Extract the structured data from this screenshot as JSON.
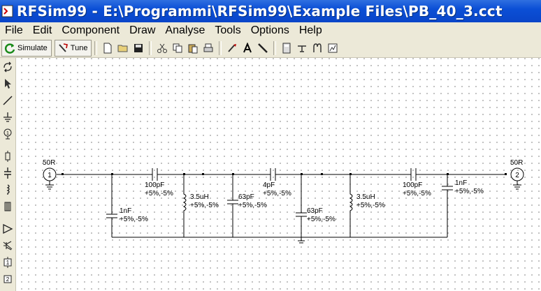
{
  "window": {
    "title": "RFSim99 - E:\\Programmi\\RFSim99\\Example Files\\PB_40_3.cct"
  },
  "menu": [
    "File",
    "Edit",
    "Component",
    "Draw",
    "Analyse",
    "Tools",
    "Options",
    "Help"
  ],
  "toolbar": {
    "simulate_label": "Simulate",
    "tune_label": "Tune"
  },
  "circuit": {
    "port1": {
      "label": "50R",
      "number": "1"
    },
    "port2": {
      "label": "50R",
      "number": "2"
    },
    "components": [
      {
        "id": "c_shunt1",
        "value": "1nF",
        "tol": "+5%,-5%"
      },
      {
        "id": "c_series1",
        "value": "100pF",
        "tol": "+5%,-5%"
      },
      {
        "id": "l_shunt1",
        "value": "3.5uH",
        "tol": "+5%,-5%"
      },
      {
        "id": "c_shunt2",
        "value": "63pF",
        "tol": "+5%,-5%"
      },
      {
        "id": "c_series2",
        "value": "4pF",
        "tol": "+5%,-5%"
      },
      {
        "id": "c_shunt3",
        "value": "63pF",
        "tol": "+5%,-5%"
      },
      {
        "id": "l_shunt2",
        "value": "3.5uH",
        "tol": "+5%,-5%"
      },
      {
        "id": "c_series3",
        "value": "100pF",
        "tol": "+5%,-5%"
      },
      {
        "id": "c_shunt4",
        "value": "1nF",
        "tol": "+5%,-5%"
      }
    ]
  }
}
